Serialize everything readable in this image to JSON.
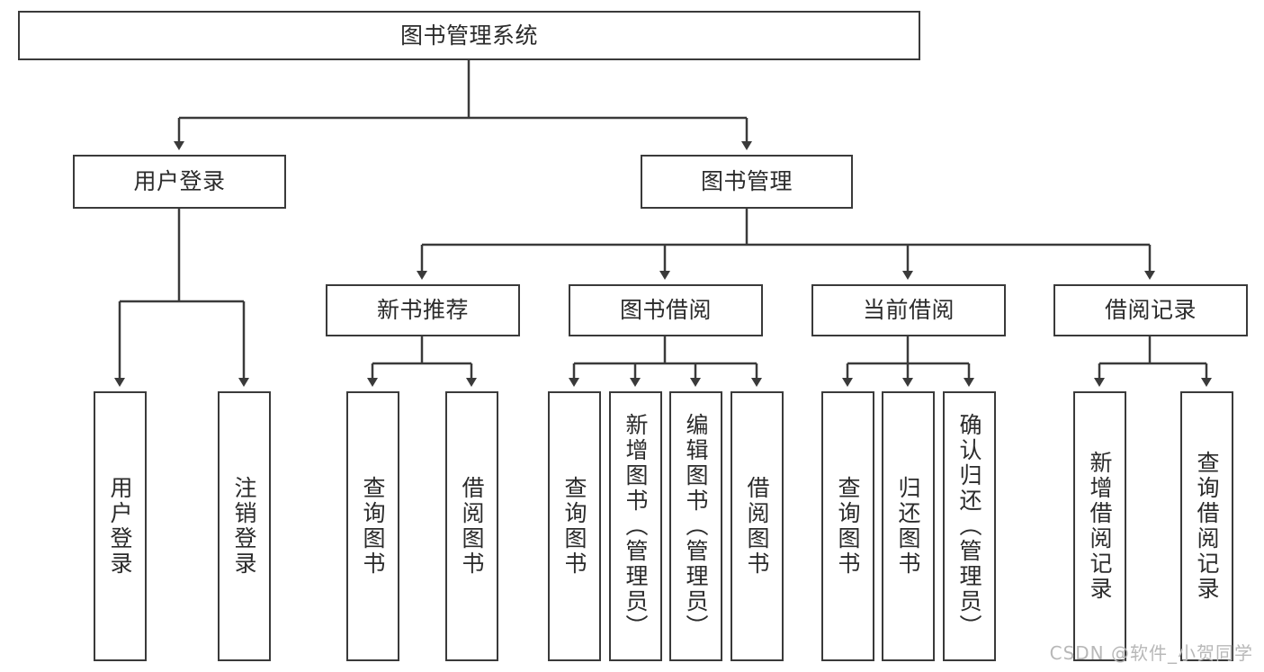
{
  "diagram": {
    "type": "tree-hierarchy",
    "title": "图书管理系统",
    "root": {
      "label": "图书管理系统"
    },
    "level2": [
      {
        "id": "user-login",
        "label": "用户登录"
      },
      {
        "id": "book-management",
        "label": "图书管理"
      }
    ],
    "level3": [
      {
        "id": "new-book-recommend",
        "label": "新书推荐",
        "parent": "book-management"
      },
      {
        "id": "book-borrow",
        "label": "图书借阅",
        "parent": "book-management"
      },
      {
        "id": "current-borrow",
        "label": "当前借阅",
        "parent": "book-management"
      },
      {
        "id": "borrow-record",
        "label": "借阅记录",
        "parent": "book-management"
      }
    ],
    "leaves": [
      {
        "id": "leaf-user-login",
        "label": "用户登录",
        "parent": "user-login"
      },
      {
        "id": "leaf-user-logout",
        "label": "注销登录",
        "parent": "user-login"
      },
      {
        "id": "leaf-query-book-1",
        "label": "查询图书",
        "parent": "new-book-recommend"
      },
      {
        "id": "leaf-borrow-book-1",
        "label": "借阅图书",
        "parent": "new-book-recommend"
      },
      {
        "id": "leaf-query-book-2",
        "label": "查询图书",
        "parent": "book-borrow"
      },
      {
        "id": "leaf-add-book",
        "label": "新增图书（管理员）",
        "parent": "book-borrow"
      },
      {
        "id": "leaf-edit-book",
        "label": "编辑图书（管理员）",
        "parent": "book-borrow"
      },
      {
        "id": "leaf-borrow-book-2",
        "label": "借阅图书",
        "parent": "book-borrow"
      },
      {
        "id": "leaf-query-book-3",
        "label": "查询图书",
        "parent": "current-borrow"
      },
      {
        "id": "leaf-return-book",
        "label": "归还图书",
        "parent": "current-borrow"
      },
      {
        "id": "leaf-confirm-return",
        "label": "确认归还（管理员）",
        "parent": "current-borrow"
      },
      {
        "id": "leaf-add-record",
        "label": "新增借阅记录",
        "parent": "borrow-record"
      },
      {
        "id": "leaf-query-record",
        "label": "查询借阅记录",
        "parent": "borrow-record"
      }
    ],
    "colors": {
      "stroke": "#3a3a3a",
      "background": "#ffffff",
      "text": "#2b2b2b",
      "watermark": "#b8b8b8"
    }
  },
  "watermark": {
    "text": "CSDN @软件_小贺同学"
  }
}
